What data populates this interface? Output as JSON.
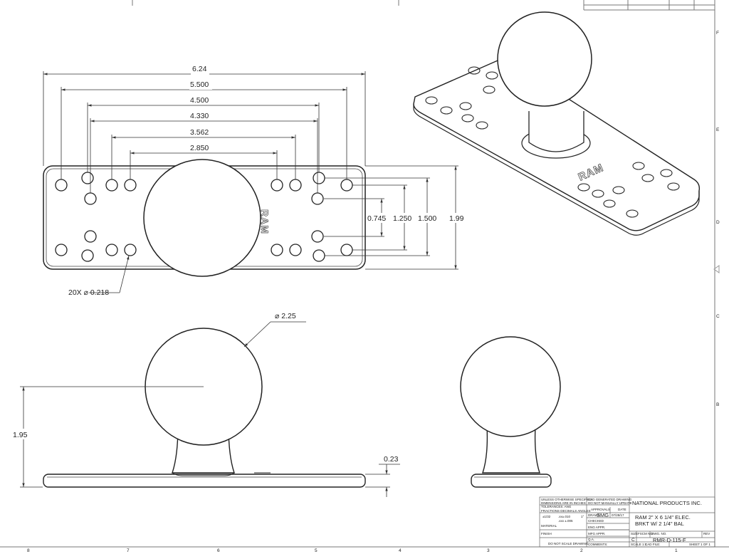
{
  "drawing": {
    "top_view": {
      "overall_length": "6.24",
      "dim_5500": "5.500",
      "dim_4500": "4.500",
      "dim_4330": "4.330",
      "dim_3562": "3.562",
      "dim_2850": "2.850",
      "dim_0745": "0.745",
      "dim_1250": "1.250",
      "dim_1500": "1.500",
      "dim_199": "1.99",
      "hole_callout": "20X ⌀ 0.218",
      "brand_mark": "RAM"
    },
    "iso_view": {
      "brand_mark": "RAM"
    },
    "side_view": {
      "ball_diameter": "⌀ 2.25",
      "height": "1.95",
      "plate_thickness": "0.23"
    },
    "border": {
      "column_labels": [
        "8",
        "7",
        "6",
        "5",
        "4",
        "3",
        "2",
        "1"
      ],
      "row_labels": [
        "F",
        "E",
        "D",
        "C",
        "B"
      ]
    }
  },
  "title_block": {
    "company": "NATIONAL PRODUCTS INC.",
    "title_line1": "RAM 2\" X 6 1/4\" ELEC.",
    "title_line2": "BRKT W/ 2 1/4\" BAL",
    "drawn_initials": "SMG",
    "drawn_date": "07/28/17",
    "size": "C",
    "dwg_no": "RMR-D-115-F",
    "labels": {
      "unless": "UNLESS OTHERWISE SPECIFIED:",
      "dims_inches": "DIMENSIONS ARE IN INCHES",
      "tolerances": "TOLERANCES: ANG",
      "fractions": "FRACTIONS  DECIMALS  ANGLES",
      "frac_val": "±1/32",
      "dec_val": ".xx±.010",
      "ang_val": "1°",
      "dec3_val": ".xxx ±.005",
      "material": "MATERIAL",
      "finish": "FINISH",
      "do_not_scale": "DO NOT SCALE DRAWING",
      "cad": "CAD GENERATED DRAWING",
      "no_manual": "DO NOT MANUALLY UPDATE",
      "approvals": "APPROVALS",
      "date": "DATE",
      "drawn": "DRAWN",
      "checked": "CHECKED",
      "eng_appr": "ENG APPR.",
      "mfg_appr": "MFG APPR.",
      "qa": "Q.A.",
      "comments": "COMMENTS:",
      "size_label": "SIZE",
      "fscm": "FSCM NO.",
      "dwg_no_label": "DWG. NO.",
      "rev": "REV",
      "scale": "SCALE 1:1",
      "cad_file": "CAD FILE:",
      "sheet": "SHEET 1 OF 1"
    }
  }
}
